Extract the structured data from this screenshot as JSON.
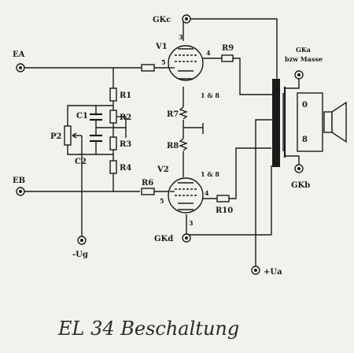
{
  "labels": {
    "ea": "EA",
    "eb": "EB",
    "gkc": "GKc",
    "gkd": "GKd",
    "gka": "GKa",
    "bzw_masse": "bzw Masse",
    "gkb": "GKb",
    "ug": "-Ug",
    "ua": "+Ua",
    "v1": "V1",
    "v2": "V2",
    "r1": "R1",
    "r2": "R2",
    "r3": "R3",
    "r4": "R4",
    "r6": "R6",
    "r7": "R7",
    "r8": "R8",
    "r9": "R9",
    "r10": "R10",
    "c1": "C1",
    "c2": "C2",
    "p2": "P2",
    "pin3_top": "3",
    "pin5_top": "5",
    "pin4_top": "4",
    "pin18_top": "1 & 8",
    "pin3_bot": "3",
    "pin5_bot": "5",
    "pin4_bot": "4",
    "pin18_bot": "1 & 8",
    "tap0": "0",
    "tap8": "8"
  },
  "caption": "EL 34  Beschaltung",
  "colors": {
    "ink": "#1a1a1a",
    "paper": "#f2f1ec"
  }
}
